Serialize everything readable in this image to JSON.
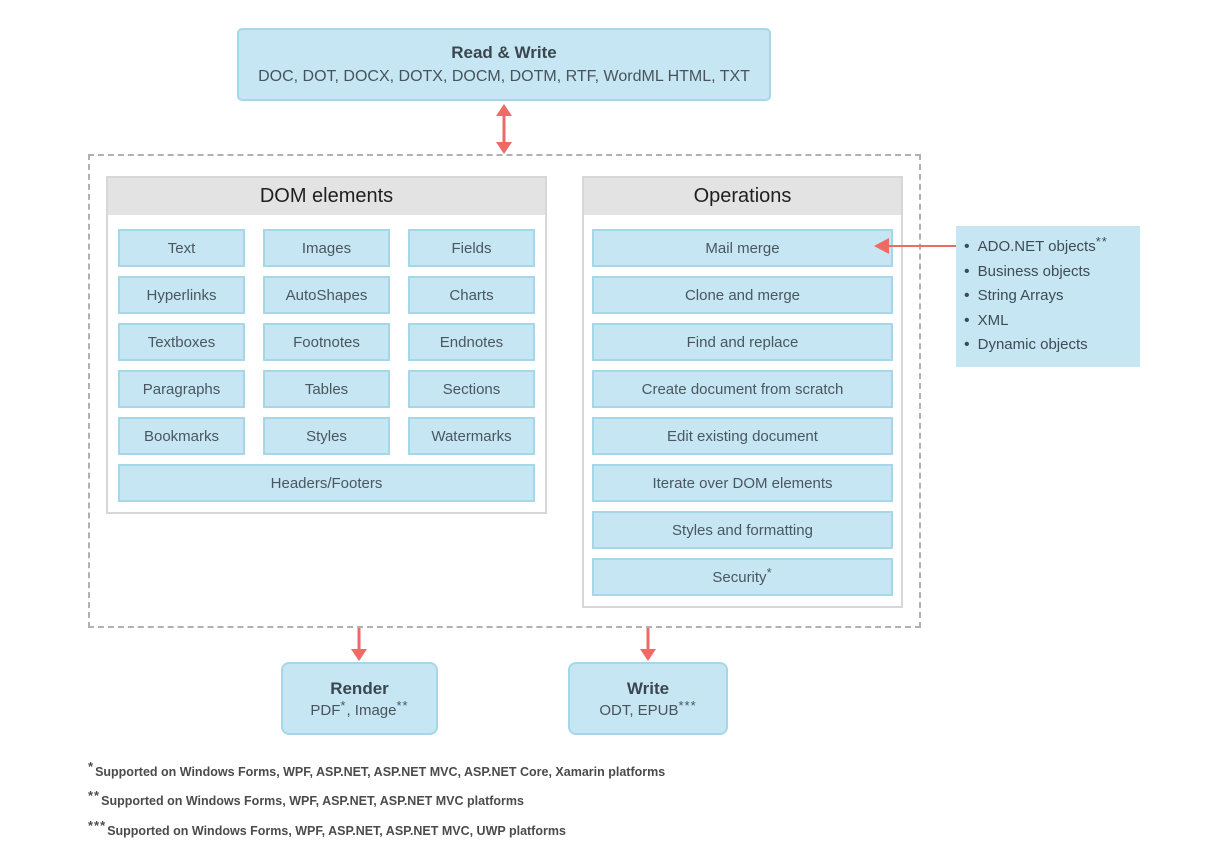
{
  "read_write": {
    "title": "Read & Write",
    "formats": "DOC, DOT, DOCX, DOTX, DOCM, DOTM, RTF, WordML HTML, TXT"
  },
  "dom_panel": {
    "title": "DOM elements",
    "items": [
      "Text",
      "Images",
      "Fields",
      "Hyperlinks",
      "AutoShapes",
      "Charts",
      "Textboxes",
      "Footnotes",
      "Endnotes",
      "Paragraphs",
      "Tables",
      "Sections",
      "Bookmarks",
      "Styles",
      "Watermarks",
      "Headers/Footers"
    ]
  },
  "ops_panel": {
    "title": "Operations",
    "items": [
      {
        "label": "Mail merge",
        "sup": ""
      },
      {
        "label": "Clone and merge",
        "sup": ""
      },
      {
        "label": "Find and replace",
        "sup": ""
      },
      {
        "label": "Create document from scratch",
        "sup": ""
      },
      {
        "label": "Edit existing document",
        "sup": ""
      },
      {
        "label": "Iterate over DOM elements",
        "sup": ""
      },
      {
        "label": "Styles and formatting",
        "sup": ""
      },
      {
        "label": "Security",
        "sup": "*"
      }
    ]
  },
  "data_sources": {
    "items": [
      {
        "label": "ADO.NET objects",
        "sup": "**"
      },
      {
        "label": "Business objects",
        "sup": ""
      },
      {
        "label": "String Arrays",
        "sup": ""
      },
      {
        "label": "XML",
        "sup": ""
      },
      {
        "label": "Dynamic objects",
        "sup": ""
      }
    ]
  },
  "render_box": {
    "title": "Render",
    "parts": [
      {
        "text": "PDF",
        "sup": "*"
      },
      {
        "text": ", Image",
        "sup": "**"
      }
    ]
  },
  "write_box": {
    "title": "Write",
    "parts": [
      {
        "text": "ODT, EPUB",
        "sup": "***"
      }
    ]
  },
  "footnotes": [
    {
      "sup": "*",
      "text": "Supported on Windows Forms, WPF, ASP.NET, ASP.NET MVC, ASP.NET Core, Xamarin platforms"
    },
    {
      "sup": "**",
      "text": "Supported on Windows Forms, WPF, ASP.NET, ASP.NET MVC platforms"
    },
    {
      "sup": "***",
      "text": "Supported on Windows Forms, WPF, ASP.NET, ASP.NET MVC, UWP platforms"
    }
  ],
  "colors": {
    "box_fill": "#c5e6f2",
    "box_border": "#a6d7e9",
    "panel_border": "#d7d7d7",
    "panel_header_bg": "#e3e3e3",
    "dashed_border": "#b1b1b1",
    "arrow": "#ed6b64",
    "text_dark": "#3b4750",
    "text_body": "#4a5761"
  }
}
